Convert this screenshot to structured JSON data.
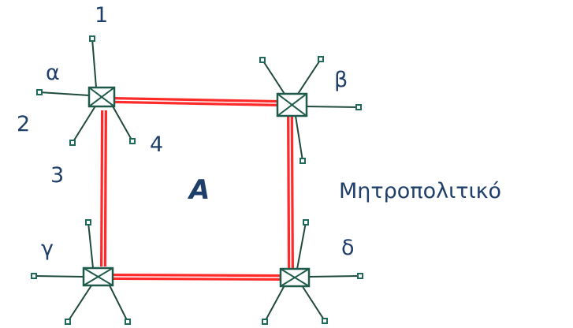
{
  "labels": {
    "node_a": "α",
    "node_b": "β",
    "node_c": "γ",
    "node_d": "δ",
    "host_1": "1",
    "host_2": "2",
    "host_3": "3",
    "host_4": "4",
    "network": "A",
    "network_type": "Μητροπολιτικό"
  },
  "icons": {
    "switch": "switch-icon",
    "terminal": "terminal-icon"
  },
  "colors": {
    "link": "#ff2a2a",
    "text": "#1f3f6b",
    "node": "#1f5a4a"
  }
}
